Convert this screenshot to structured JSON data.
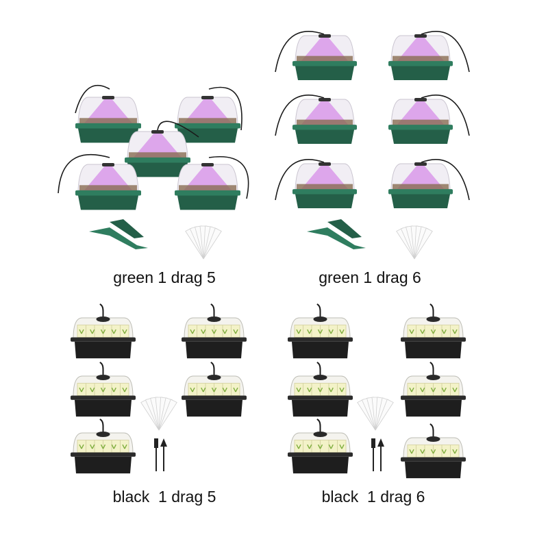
{
  "variants": [
    {
      "label": "green 1 drag 5",
      "tray_color": "green",
      "tray_count": 5,
      "light": "purple"
    },
    {
      "label": "green 1 drag 6",
      "tray_color": "green",
      "tray_count": 6,
      "light": "purple"
    },
    {
      "label": "black  1 drag 5",
      "tray_color": "black",
      "tray_count": 5,
      "light": "warm-white"
    },
    {
      "label": "black  1 drag 6",
      "tray_color": "black",
      "tray_count": 6,
      "light": "warm-white"
    }
  ],
  "colors": {
    "green_tray": "#2f7d5f",
    "green_tray_dark": "#245f48",
    "black_tray": "#1e1e1e",
    "purple_light": "#d68ee8",
    "warm_light": "#f3f2c8",
    "cable": "#1a1a1a"
  },
  "icons": [
    "grow-tray-icon",
    "transplant-tool-icon",
    "plant-label-icon",
    "power-cable-icon"
  ]
}
